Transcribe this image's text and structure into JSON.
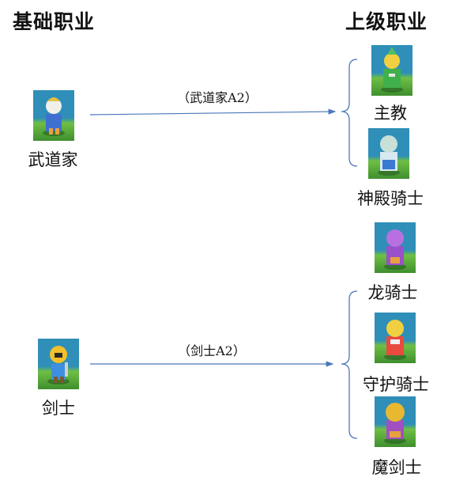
{
  "headers": {
    "base": "基础职业",
    "advanced": "上级职业"
  },
  "groups": [
    {
      "base": {
        "name": "武道家",
        "icon": "monk-sprite-icon"
      },
      "condition": "（武道家A2）",
      "advanced": [
        {
          "name": "主教",
          "icon": "bishop-sprite-icon"
        },
        {
          "name": "神殿骑士",
          "icon": "temple-knight-sprite-icon"
        }
      ]
    },
    {
      "base": {
        "name": "剑士",
        "icon": "swordsman-sprite-icon"
      },
      "condition": "（剑士A2）",
      "advanced": [
        {
          "name": "龙骑士",
          "icon": "dragon-knight-sprite-icon"
        },
        {
          "name": "守护骑士",
          "icon": "guardian-knight-sprite-icon"
        },
        {
          "name": "魔剑士",
          "icon": "magic-swordsman-sprite-icon"
        }
      ]
    }
  ],
  "colors": {
    "arrow": "#4a78b8",
    "sprite_sky": "#2f8fb8",
    "sprite_grass": "#5faf3f"
  }
}
